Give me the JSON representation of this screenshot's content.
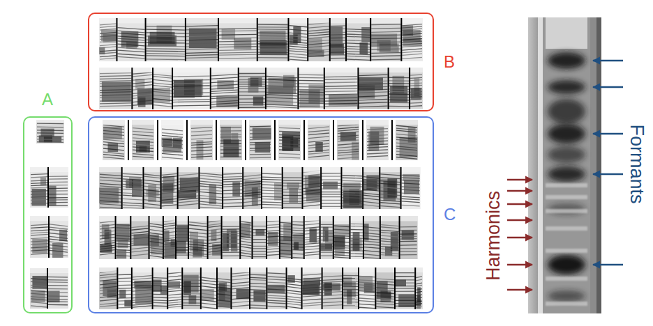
{
  "diagram": {
    "nodes": [
      {
        "text": [
          "A"
        ]
      },
      {
        "text": [
          "B"
        ]
      },
      {
        "text": [
          "C"
        ]
      }
    ],
    "labels": [
      "Harmonics",
      "Formants"
    ]
  }
}
